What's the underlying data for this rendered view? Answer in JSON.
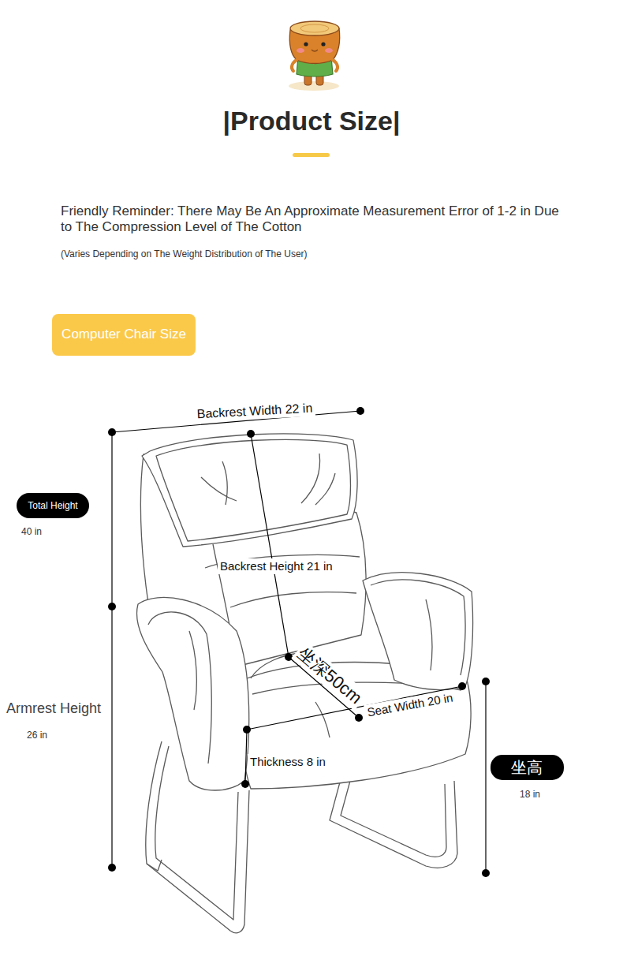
{
  "diagram": {
    "title": "|Product Size|",
    "nodes": [
      {
        "text": [
          "Computer Chair Size"
        ]
      },
      {
        "text": [
          "Total Height"
        ]
      },
      {
        "text": [
          "坐高"
        ]
      }
    ],
    "labels": [
      "Friendly Reminder: There May Be An Approximate Measurement Error of 1-2 in Due to The Compression Level of The Cotton",
      "(Varies Depending on The Weight Distribution of The User)",
      "Backrest Width 22 in",
      "40 in",
      "Backrest Height 21 in",
      "坐深50cm",
      "Seat Width 20 in",
      "Armrest Height",
      "26 in",
      "Thickness 8 in",
      "18 in"
    ]
  }
}
